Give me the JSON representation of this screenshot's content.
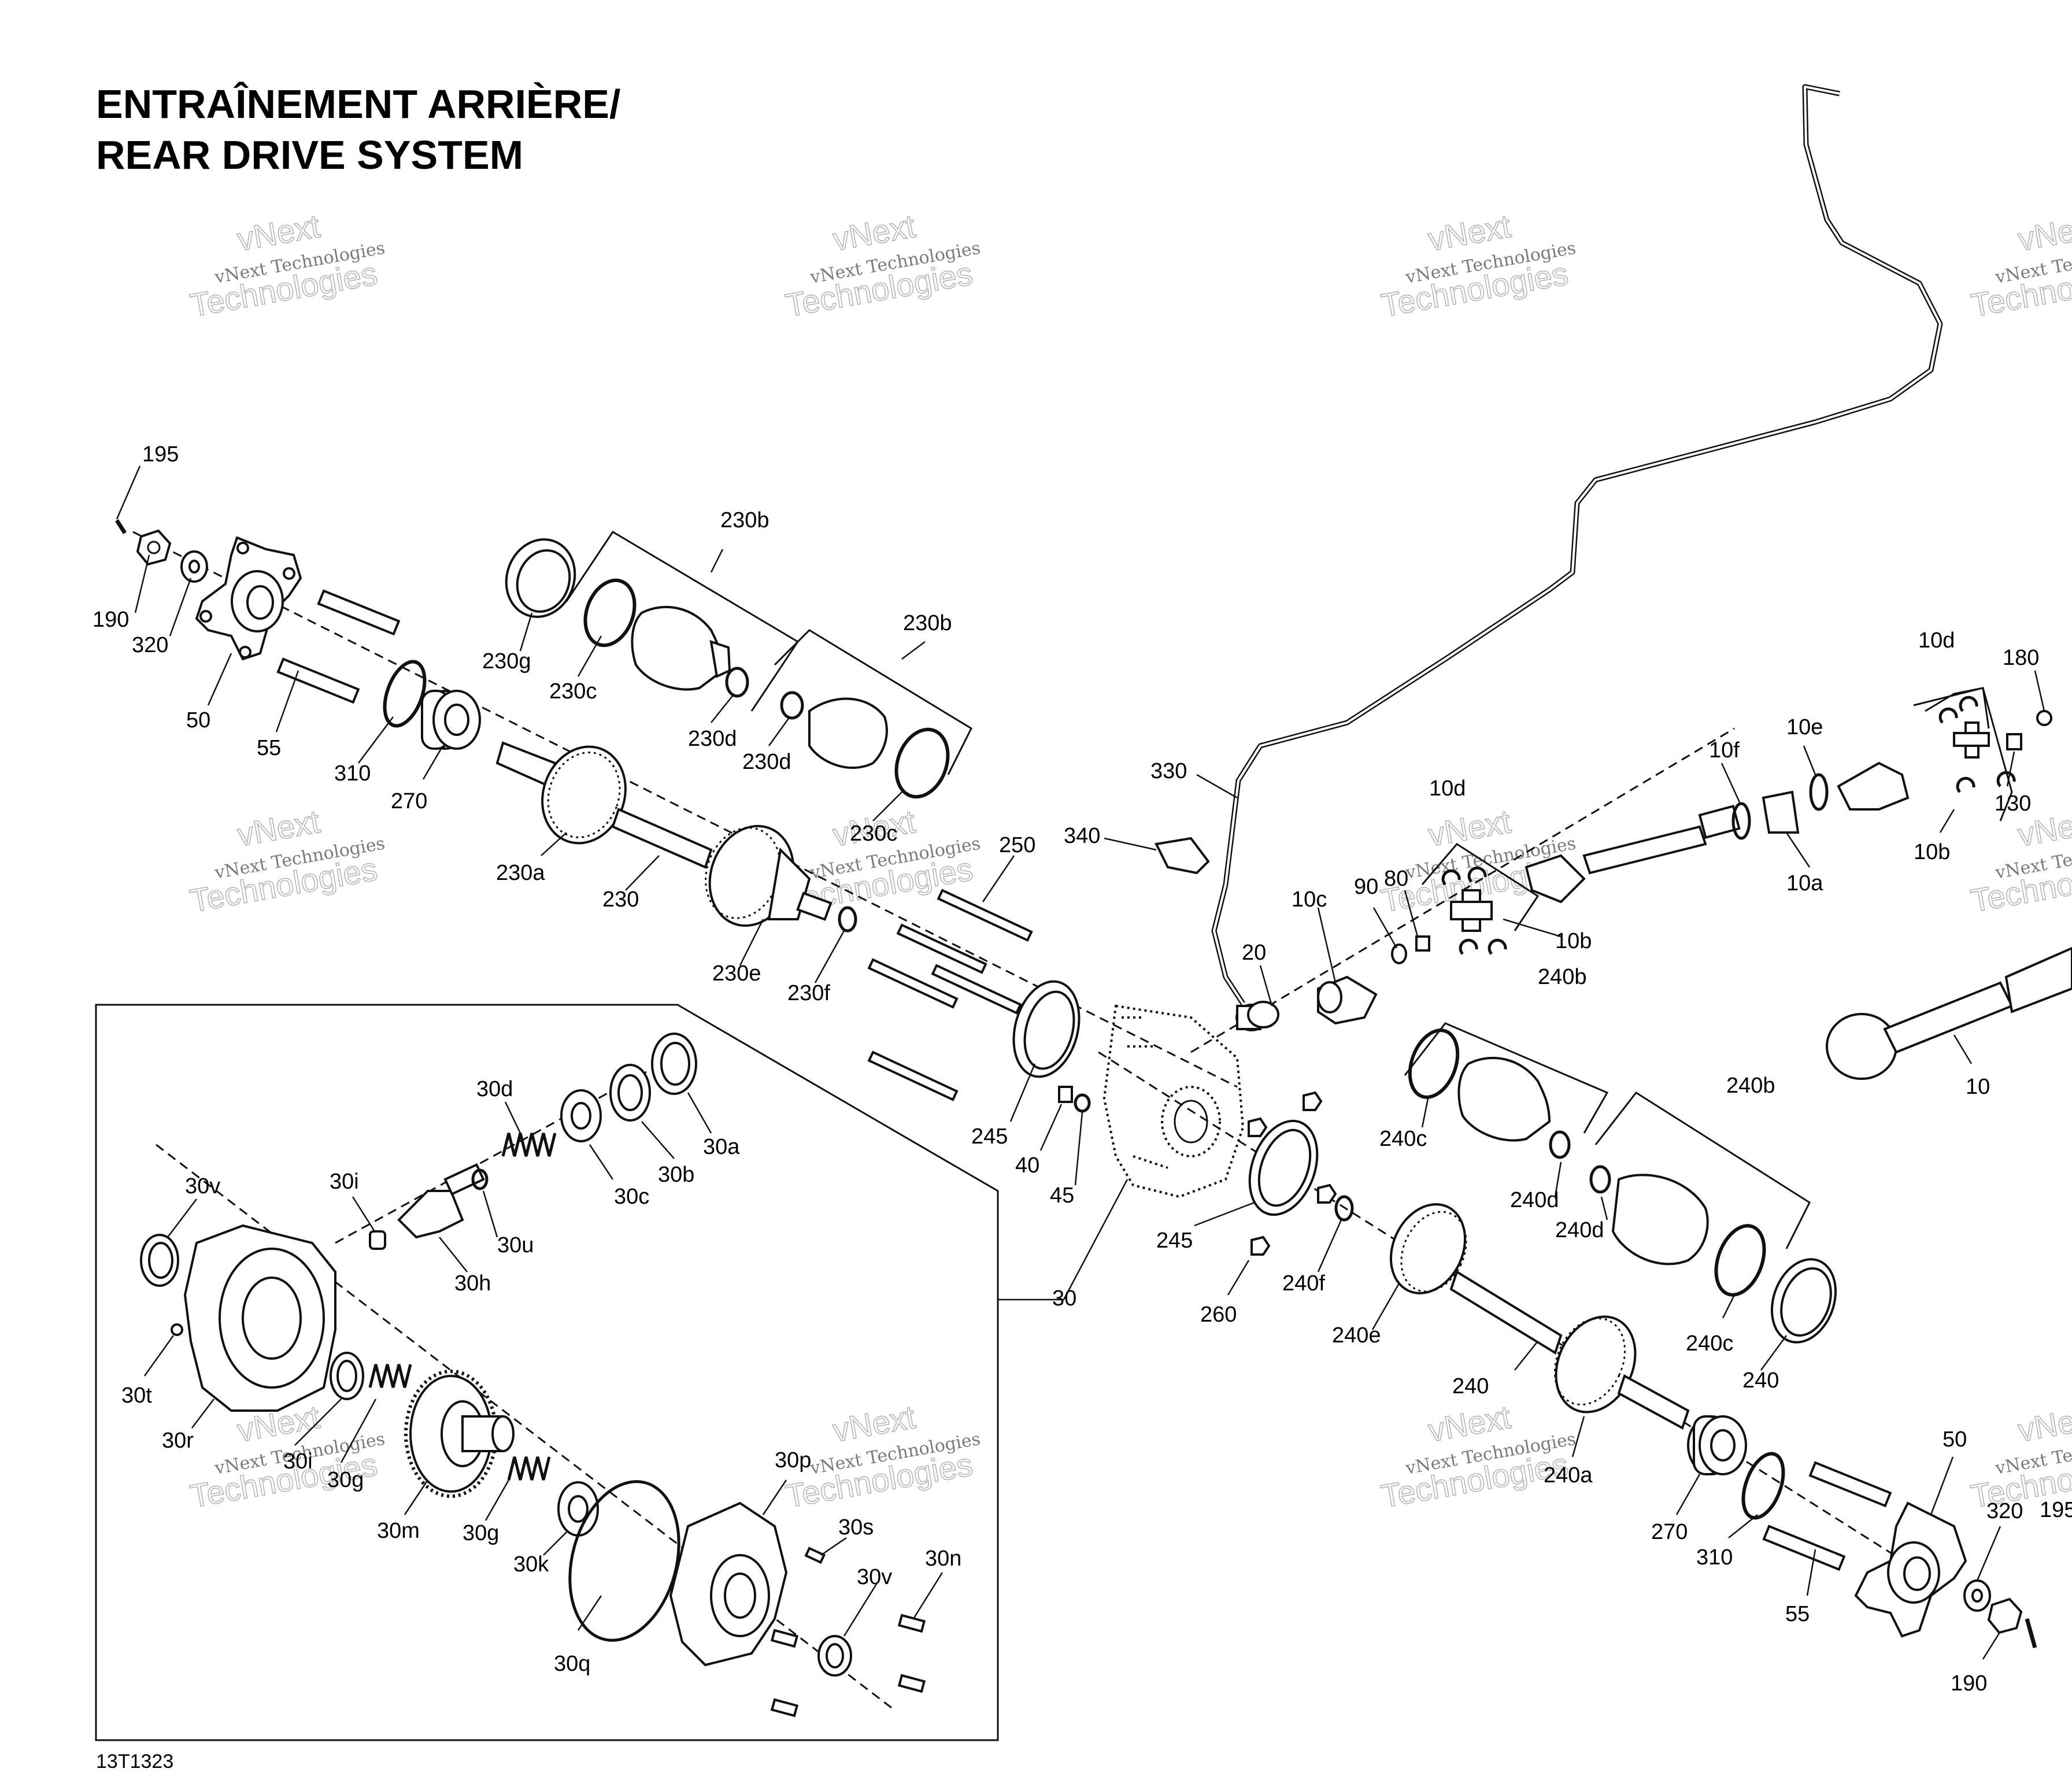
{
  "title_fr": "ENTRAÎNEMENT ARRIÈRE/",
  "title_en": "REAR DRIVE SYSTEM",
  "drawing_code": "13T1323",
  "watermark": {
    "line1": "vNext Technologies",
    "line2": "vNext",
    "line3": "Technologies"
  },
  "callouts": [
    {
      "id": "c195a",
      "text": "195"
    },
    {
      "id": "c190a",
      "text": "190"
    },
    {
      "id": "c320a",
      "text": "320"
    },
    {
      "id": "c50a",
      "text": "50"
    },
    {
      "id": "c55a",
      "text": "55"
    },
    {
      "id": "c310a",
      "text": "310"
    },
    {
      "id": "c270a",
      "text": "270"
    },
    {
      "id": "c230g",
      "text": "230g"
    },
    {
      "id": "c230c1",
      "text": "230c"
    },
    {
      "id": "c230b1",
      "text": "230b"
    },
    {
      "id": "c230d1",
      "text": "230d"
    },
    {
      "id": "c230d2",
      "text": "230d"
    },
    {
      "id": "c230b2",
      "text": "230b"
    },
    {
      "id": "c230c2",
      "text": "230c"
    },
    {
      "id": "c230a",
      "text": "230a"
    },
    {
      "id": "c230",
      "text": "230"
    },
    {
      "id": "c230e",
      "text": "230e"
    },
    {
      "id": "c230f",
      "text": "230f"
    },
    {
      "id": "c250",
      "text": "250"
    },
    {
      "id": "c340",
      "text": "340"
    },
    {
      "id": "c330",
      "text": "330"
    },
    {
      "id": "c20",
      "text": "20"
    },
    {
      "id": "c10c",
      "text": "10c"
    },
    {
      "id": "c90",
      "text": "90"
    },
    {
      "id": "c80",
      "text": "80"
    },
    {
      "id": "c10d1",
      "text": "10d"
    },
    {
      "id": "c10b1",
      "text": "10b"
    },
    {
      "id": "c10f",
      "text": "10f"
    },
    {
      "id": "c10e",
      "text": "10e"
    },
    {
      "id": "c10a",
      "text": "10a"
    },
    {
      "id": "c10d2",
      "text": "10d"
    },
    {
      "id": "c10b2",
      "text": "10b"
    },
    {
      "id": "c180",
      "text": "180"
    },
    {
      "id": "c130",
      "text": "130"
    },
    {
      "id": "c10",
      "text": "10"
    },
    {
      "id": "c245a",
      "text": "245"
    },
    {
      "id": "c40",
      "text": "40"
    },
    {
      "id": "c45",
      "text": "45"
    },
    {
      "id": "c30",
      "text": "30"
    },
    {
      "id": "c245b",
      "text": "245"
    },
    {
      "id": "c260",
      "text": "260"
    },
    {
      "id": "c240f",
      "text": "240f"
    },
    {
      "id": "c240e",
      "text": "240e"
    },
    {
      "id": "c240c1",
      "text": "240c"
    },
    {
      "id": "c240b1",
      "text": "240b"
    },
    {
      "id": "c240d1",
      "text": "240d"
    },
    {
      "id": "c240d2",
      "text": "240d"
    },
    {
      "id": "c240b2",
      "text": "240b"
    },
    {
      "id": "c240c2",
      "text": "240c"
    },
    {
      "id": "c240g",
      "text": "240"
    },
    {
      "id": "c240",
      "text": "240"
    },
    {
      "id": "c240a",
      "text": "240a"
    },
    {
      "id": "c270b",
      "text": "270"
    },
    {
      "id": "c310b",
      "text": "310"
    },
    {
      "id": "c55b",
      "text": "55"
    },
    {
      "id": "c50b",
      "text": "50"
    },
    {
      "id": "c320b",
      "text": "320"
    },
    {
      "id": "c195b",
      "text": "195"
    },
    {
      "id": "c190b",
      "text": "190"
    },
    {
      "id": "c30d",
      "text": "30d"
    },
    {
      "id": "c30c",
      "text": "30c"
    },
    {
      "id": "c30b",
      "text": "30b"
    },
    {
      "id": "c30a",
      "text": "30a"
    },
    {
      "id": "c30v1",
      "text": "30v"
    },
    {
      "id": "c30i1",
      "text": "30i"
    },
    {
      "id": "c30u",
      "text": "30u"
    },
    {
      "id": "c30h",
      "text": "30h"
    },
    {
      "id": "c30t",
      "text": "30t"
    },
    {
      "id": "c30r",
      "text": "30r"
    },
    {
      "id": "c30i2",
      "text": "30i"
    },
    {
      "id": "c30g1",
      "text": "30g"
    },
    {
      "id": "c30m",
      "text": "30m"
    },
    {
      "id": "c30g2",
      "text": "30g"
    },
    {
      "id": "c30k",
      "text": "30k"
    },
    {
      "id": "c30q",
      "text": "30q"
    },
    {
      "id": "c30p",
      "text": "30p"
    },
    {
      "id": "c30s",
      "text": "30s"
    },
    {
      "id": "c30v2",
      "text": "30v"
    },
    {
      "id": "c30n",
      "text": "30n"
    }
  ]
}
